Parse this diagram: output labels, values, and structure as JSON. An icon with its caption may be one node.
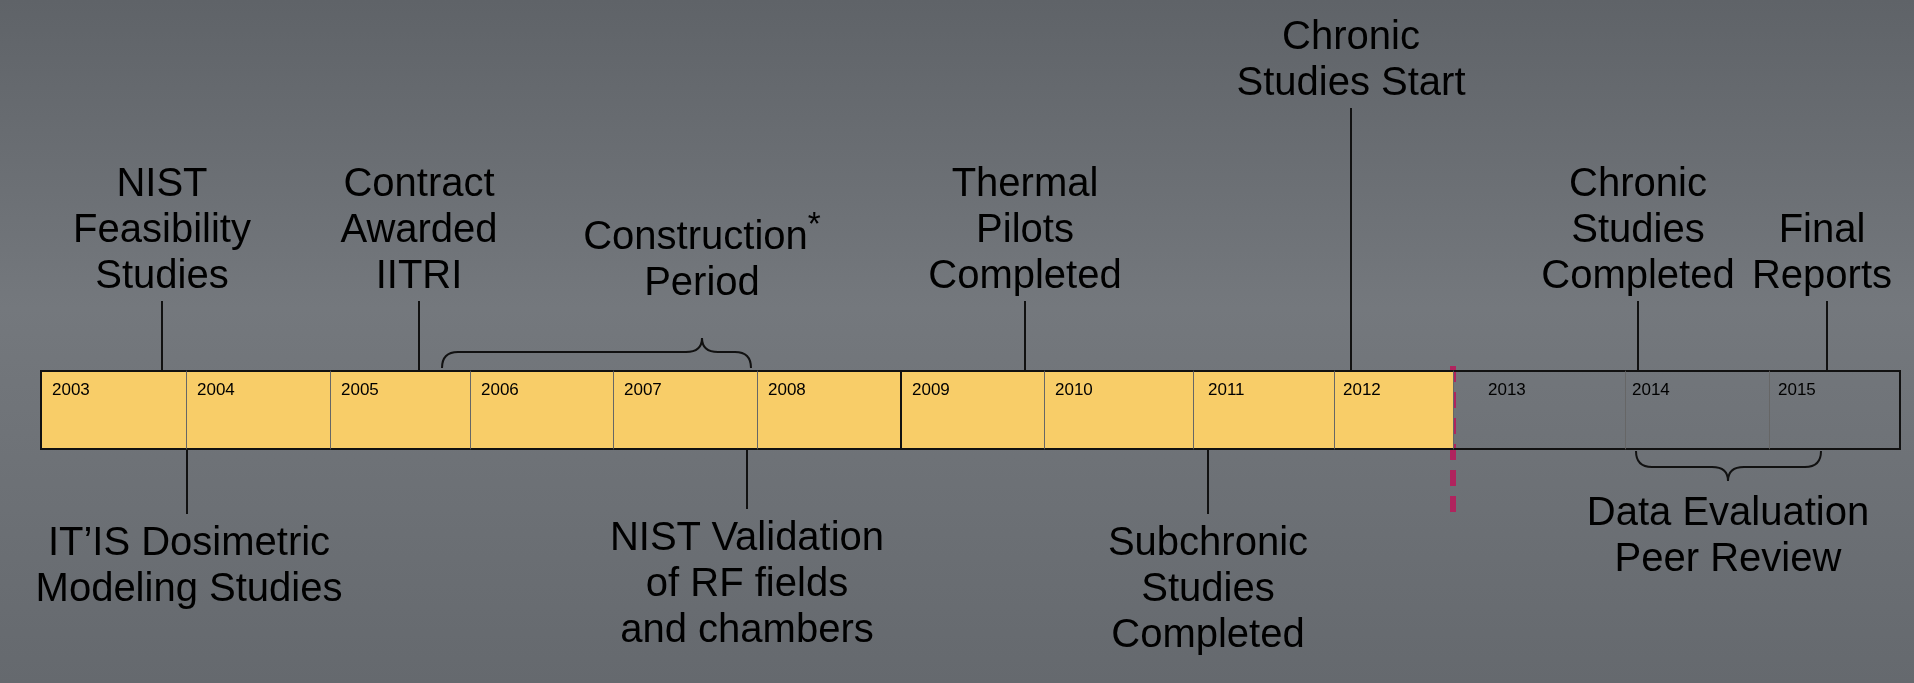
{
  "diagram": {
    "nodes": [
      {
        "text": [
          "NIST Feasibility Studies"
        ]
      },
      {
        "text": [
          "Contract Awarded IITRI"
        ]
      },
      {
        "text": [
          "Thermal Pilots Completed"
        ]
      },
      {
        "text": [
          "Chronic Studies Start"
        ]
      },
      {
        "text": [
          "Chronic Studies Completed"
        ]
      },
      {
        "text": [
          "Final Reports"
        ]
      },
      {
        "text": [
          "2003"
        ]
      },
      {
        "text": [
          "2004"
        ]
      },
      {
        "text": [
          "2005"
        ]
      },
      {
        "text": [
          "2006"
        ]
      },
      {
        "text": [
          "2007"
        ]
      },
      {
        "text": [
          "2008"
        ]
      },
      {
        "text": [
          "2009"
        ]
      },
      {
        "text": [
          "2010"
        ]
      },
      {
        "text": [
          "2011"
        ]
      },
      {
        "text": [
          "2012"
        ]
      },
      {
        "text": [
          "2013"
        ]
      },
      {
        "text": [
          "2014"
        ]
      },
      {
        "text": [
          "2015"
        ]
      },
      {
        "text": [
          "IT’IS Dosimetric Modeling Studies"
        ]
      },
      {
        "text": [
          "NIST Validation of RF fields and chambers"
        ]
      },
      {
        "text": [
          "Subchronic Studies Completed"
        ]
      }
    ],
    "edges": [
      {
        "from": 0,
        "to": 6,
        "arrow": "none"
      },
      {
        "from": 1,
        "to": 8,
        "arrow": "none"
      },
      {
        "from": 2,
        "to": 12,
        "arrow": "none"
      },
      {
        "from": 3,
        "to": 15,
        "arrow": "none"
      },
      {
        "from": 4,
        "to": 17,
        "arrow": "none"
      },
      {
        "from": 5,
        "to": 18,
        "arrow": "none"
      },
      {
        "from": 19,
        "to": 7,
        "arrow": "none"
      },
      {
        "from": 20,
        "to": 10,
        "arrow": "none"
      },
      {
        "from": 21,
        "to": 14,
        "arrow": "none"
      }
    ],
    "labels": [
      "Construction$^{*}$ Period",
      "Data Evaluation Peer Review"
    ]
  }
}
